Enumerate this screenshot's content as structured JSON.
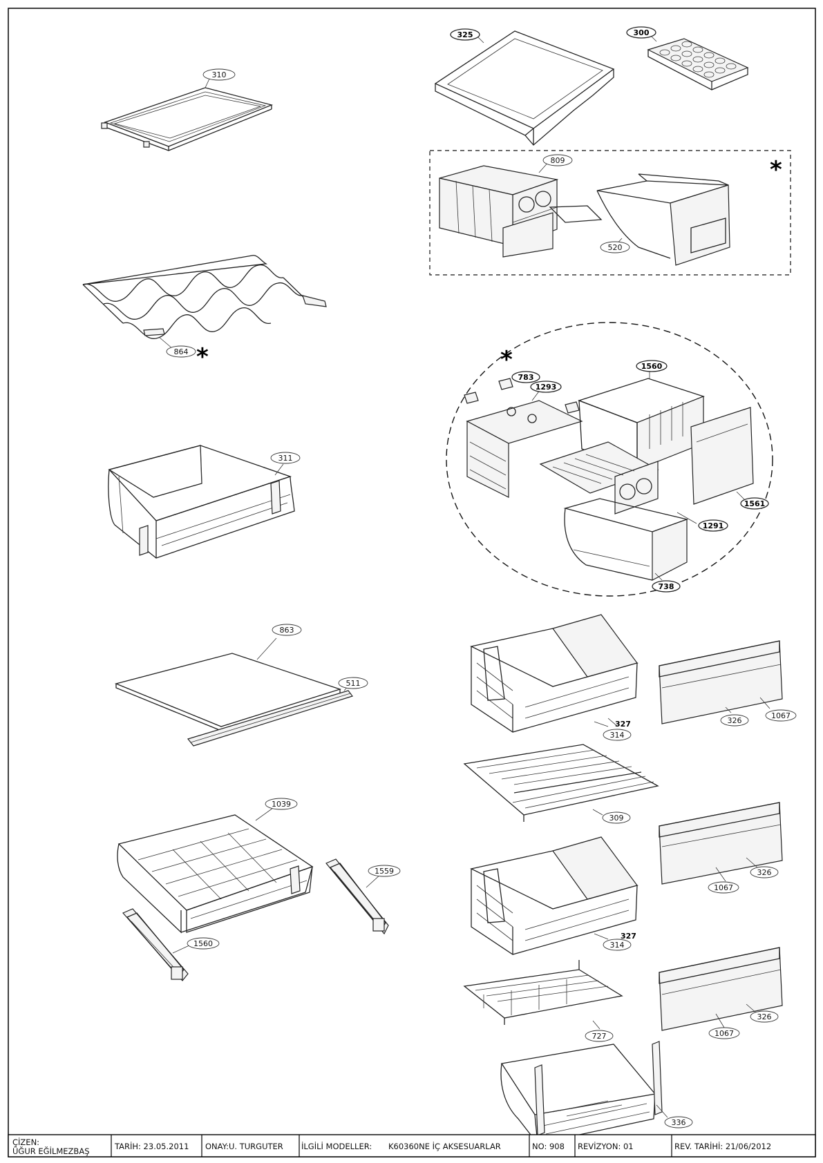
{
  "callouts": {
    "c310": "310",
    "c325": "325",
    "c300": "300",
    "c809": "809",
    "c520": "520",
    "c864": "864",
    "c783": "783",
    "c1293": "1293",
    "c1560a": "1560",
    "c1561": "1561",
    "c1291": "1291",
    "c738": "738",
    "c311": "311",
    "c863": "863",
    "c511": "511",
    "c327a": "327",
    "c314a": "314",
    "c326a": "326",
    "c1067a": "1067",
    "c309": "309",
    "c1039": "1039",
    "c1559": "1559",
    "c1560b": "1560",
    "c326b": "326",
    "c1067b": "1067",
    "c327b": "327",
    "c314b": "314",
    "c326c": "326",
    "c1067c": "1067",
    "c727": "727",
    "c336": "336"
  },
  "markers": {
    "asterisk": "*"
  },
  "title_block": {
    "drawn_by_label": "ÇİZEN:",
    "drawn_by": "ÜĞUR EĞİLMEZBAŞ",
    "date": "TARİH: 23.05.2011",
    "approved": "ONAY:U. TURGUTER",
    "models_label": "İLGİLİ MODELLER:",
    "models": "K60360NE İÇ AKSESUARLAR",
    "number": "NO: 908",
    "revision": "REVİZYON: 01",
    "rev_date": "REV. TARİHİ:  21/06/2012"
  }
}
